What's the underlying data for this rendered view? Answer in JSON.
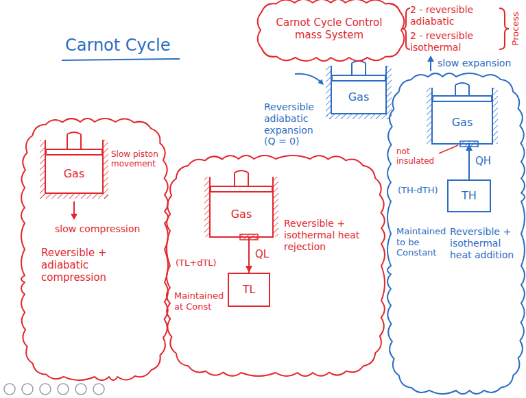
{
  "diagram": {
    "title": "Carnot Cycle",
    "nodes": [
      {
        "text": [
          "Carnot Cycle Control mass System"
        ]
      },
      {
        "text": [
          "Slow piston movement",
          "slow compression",
          "Reversible + adiabatic compression"
        ]
      },
      {
        "text": [
          "Gas"
        ],
        "in": 1
      },
      {
        "text": [
          "(TL+dTL)",
          "Maintained at Const",
          "Reversible + isothermal heat rejection"
        ]
      },
      {
        "text": [
          "Gas"
        ],
        "in": 3
      },
      {
        "text": [
          "TL"
        ],
        "in": 3
      },
      {
        "text": [
          "Gas"
        ]
      },
      {
        "text": [
          "not insulated",
          "(TH-dTH)",
          "Maintained to be Constant",
          "Reversible + isothermal heat addition"
        ]
      },
      {
        "text": [
          "Gas"
        ],
        "in": 7
      },
      {
        "text": [
          "TH"
        ],
        "in": 7
      }
    ],
    "edges": [
      {
        "from": 4,
        "to": 5,
        "arrow": "to",
        "label": "QL"
      },
      {
        "from": 9,
        "to": 8,
        "arrow": "to",
        "label": "QH"
      }
    ],
    "labels": [
      "2 - reversible adiabatic",
      "2 - reversible isothermal",
      "Process",
      "Reversible adiabatic expansion (Q = 0)",
      "slow expansion"
    ]
  }
}
